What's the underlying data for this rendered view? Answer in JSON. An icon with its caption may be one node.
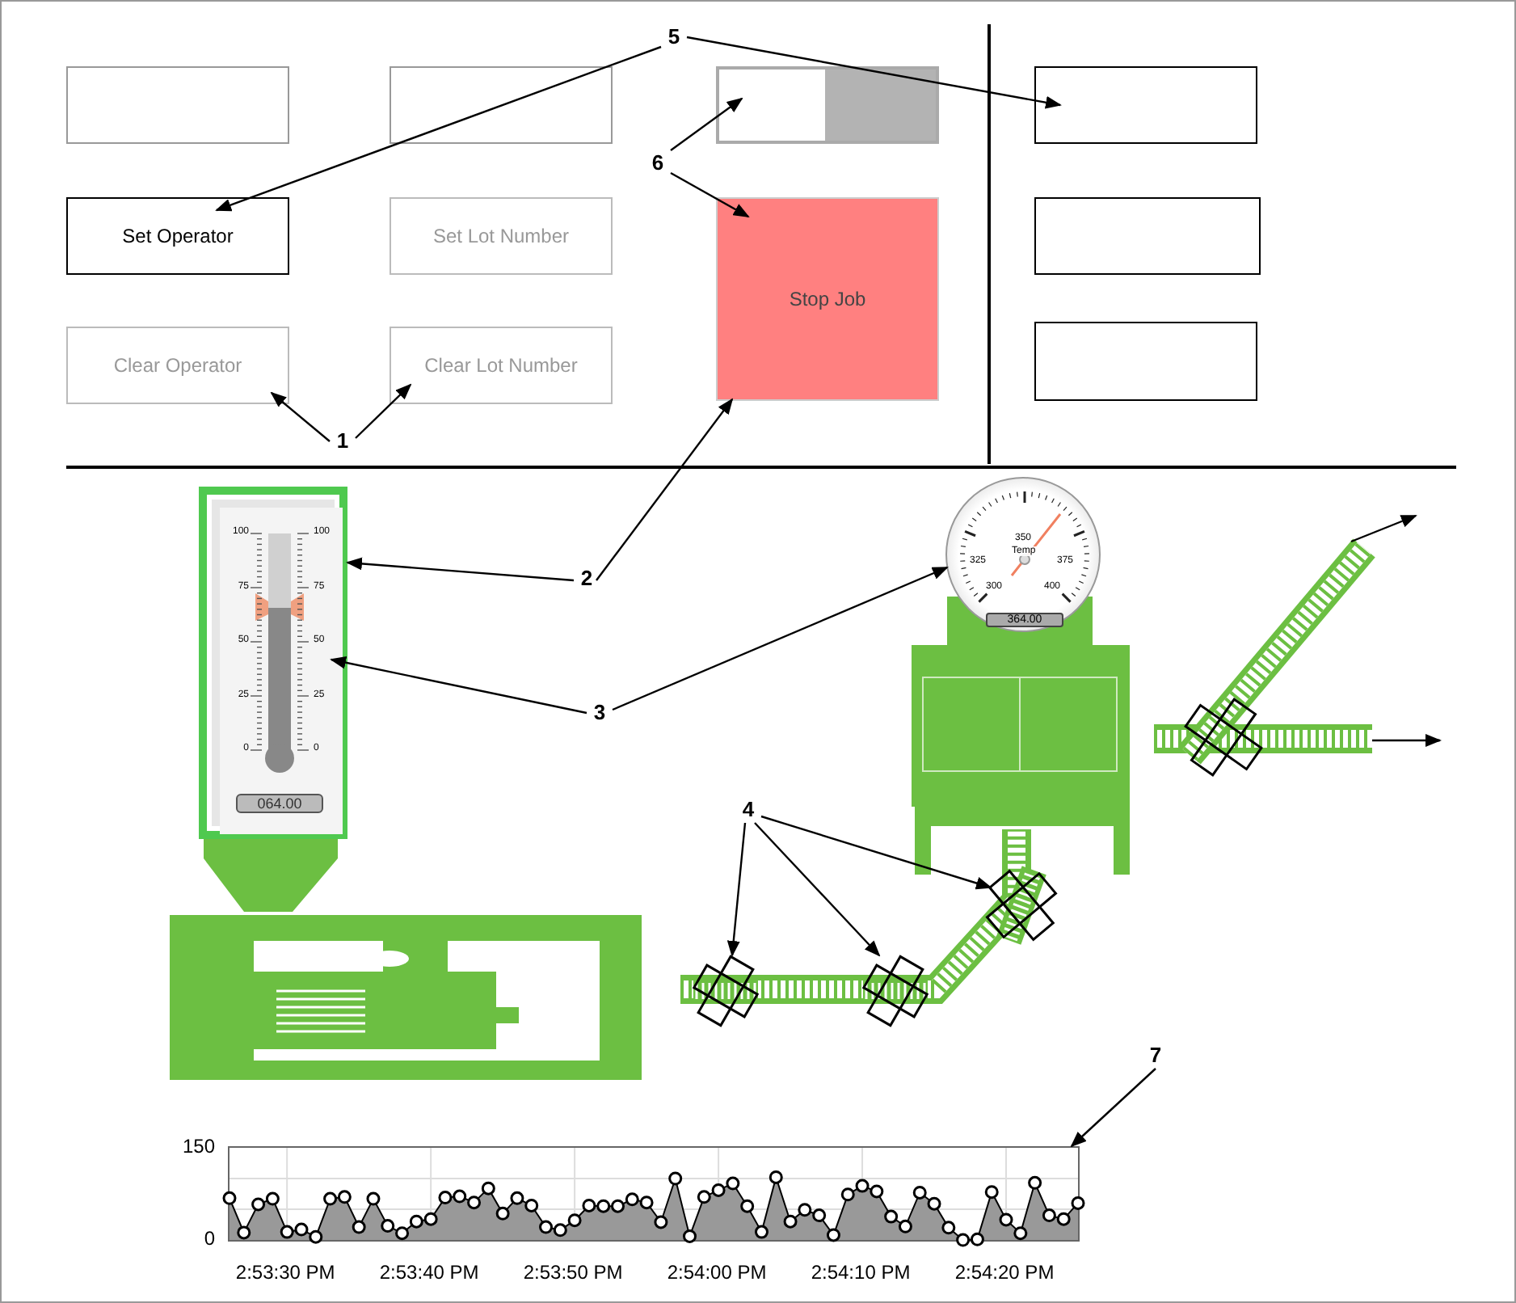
{
  "diagram": {
    "nodes": [
      {
        "text": [],
        "shape": "box"
      },
      {
        "text": [],
        "shape": "box"
      },
      {
        "text": [],
        "shape": "box"
      },
      {
        "text": [],
        "shape": "box"
      },
      {
        "text": [
          "Set Operator"
        ]
      },
      {
        "text": [
          "Set Lot Number"
        ]
      },
      {
        "text": [
          "Stop Job"
        ]
      },
      {
        "text": [],
        "shape": "box"
      },
      {
        "text": [
          "Clear Operator"
        ]
      },
      {
        "text": [
          "Clear Lot Number"
        ]
      },
      {
        "text": [],
        "shape": "box"
      },
      {
        "text": [
          "5"
        ]
      },
      {
        "text": [
          "6"
        ]
      },
      {
        "text": [
          "1"
        ]
      },
      {
        "text": [],
        "shape": "picture"
      },
      {
        "text": [
          "100",
          "100",
          "75",
          "75",
          "50",
          "50",
          "25",
          "25",
          "0",
          "0",
          "064.00"
        ],
        "in": 14
      },
      {
        "text": [
          "2"
        ]
      },
      {
        "text": [
          "350",
          "Temp",
          "325",
          "375",
          "300",
          "400",
          "364.00"
        ]
      },
      {
        "text": [
          "3"
        ]
      },
      {
        "text": [
          "4"
        ]
      },
      {
        "text": [],
        "shape": "picture"
      },
      {
        "text": [],
        "shape": "picture"
      },
      {
        "text": [],
        "shape": "picture"
      },
      {
        "text": [],
        "shape": "picture"
      },
      {
        "text": [
          "7"
        ]
      },
      {
        "text": [],
        "shape": "picture"
      }
    ],
    "edges": [
      {
        "from": 11,
        "to": 4,
        "arrow": "to"
      },
      {
        "from": 11,
        "to": 3,
        "arrow": "to"
      },
      {
        "from": 12,
        "to": 2,
        "arrow": "to"
      },
      {
        "from": 12,
        "to": 6,
        "arrow": "to"
      },
      {
        "from": 13,
        "to": 8,
        "arrow": "to"
      },
      {
        "from": 13,
        "to": 9,
        "arrow": "to"
      },
      {
        "from": 16,
        "to": 14,
        "arrow": "to"
      },
      {
        "from": 16,
        "to": 6,
        "arrow": "to"
      },
      {
        "from": 18,
        "to": 15,
        "arrow": "to"
      },
      {
        "from": 18,
        "to": 17,
        "arrow": "to"
      },
      {
        "from": 19,
        "to": 20,
        "arrow": "to"
      },
      {
        "from": 19,
        "to": 21,
        "arrow": "to"
      },
      {
        "from": 19,
        "to": 22,
        "arrow": "to"
      },
      {
        "from": 23,
        "to": null,
        "arrow": "to"
      },
      {
        "from": 23,
        "to": null,
        "arrow": "to"
      },
      {
        "from": 24,
        "to": 25,
        "arrow": "to"
      }
    ],
    "chart_data": {
      "type": "area",
      "values": [
        68,
        12,
        58,
        67,
        13,
        17,
        5,
        67,
        70,
        21,
        67,
        23,
        11,
        30,
        34,
        69,
        71,
        61,
        84,
        43,
        68,
        56,
        21,
        16,
        32,
        56,
        55,
        55,
        66,
        61,
        29,
        100,
        6,
        70,
        81,
        92,
        55,
        13,
        102,
        30,
        49,
        40,
        8,
        74,
        88,
        79,
        38,
        22,
        77,
        59,
        20,
        0,
        1,
        78,
        33,
        11,
        93,
        40,
        34,
        60
      ],
      "ylim": [
        0,
        150
      ],
      "yticks": [
        0,
        150
      ],
      "grid": true,
      "categories": [
        null,
        null,
        null,
        null,
        "2:53:30 PM",
        null,
        null,
        null,
        null,
        null,
        null,
        null,
        null,
        null,
        "2:53:40 PM",
        null,
        null,
        null,
        null,
        null,
        null,
        null,
        null,
        null,
        "2:53:50 PM",
        null,
        null,
        null,
        null,
        null,
        null,
        null,
        null,
        null,
        "2:54:00 PM",
        null,
        null,
        null,
        null,
        null,
        null,
        null,
        null,
        null,
        "2:54:10 PM",
        null,
        null,
        null,
        null,
        null,
        null,
        null,
        null,
        null,
        "2:54:20 PM",
        null,
        null,
        null,
        null,
        null
      ]
    }
  }
}
